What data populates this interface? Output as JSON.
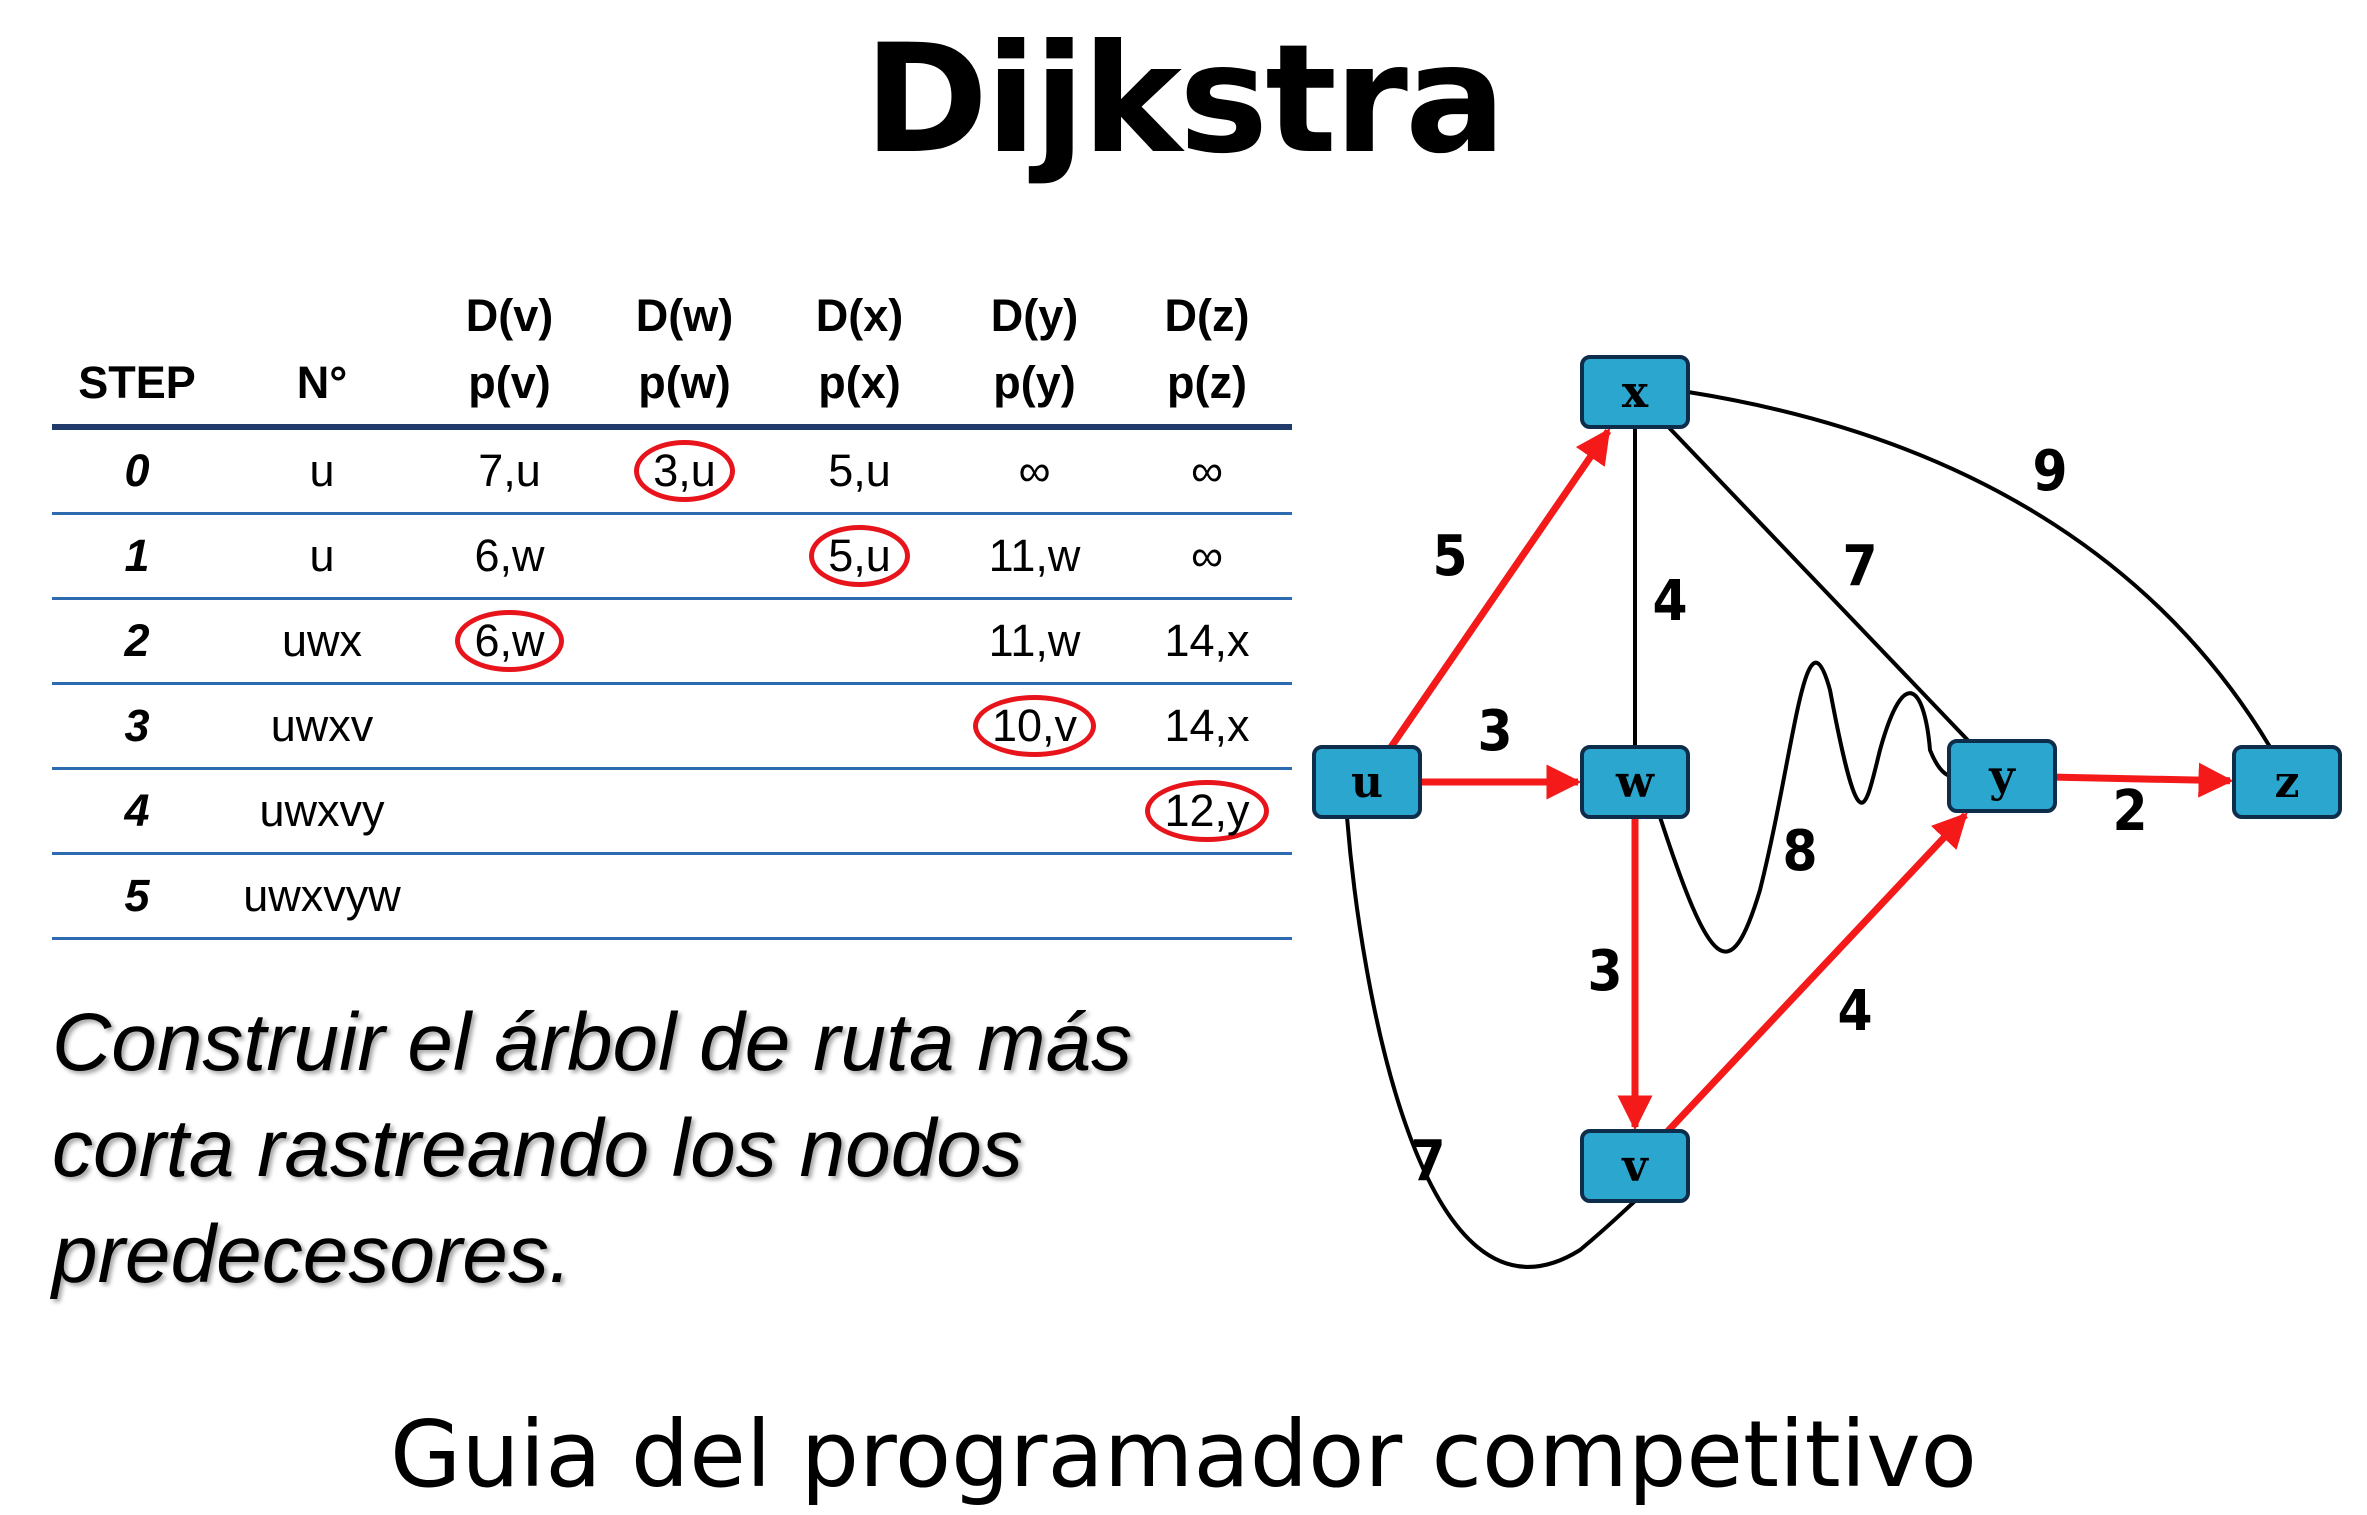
{
  "title": "Dijkstra",
  "footer": "Guia del programador competitivo",
  "table": {
    "header_top": [
      "",
      "",
      "D(v)",
      "D(w)",
      "D(x)",
      "D(y)",
      "D(z)"
    ],
    "header_bottom": [
      "STEP",
      "N°",
      "p(v)",
      "p(w)",
      "p(x)",
      "p(y)",
      "p(z)"
    ],
    "rows": [
      [
        "0",
        "u",
        "7,u",
        "3,u",
        "5,u",
        "∞",
        "∞"
      ],
      [
        "1",
        "u",
        "6,w",
        "",
        "5,u",
        "11,w",
        "∞"
      ],
      [
        "2",
        "uwx",
        "6,w",
        "",
        "",
        "11,w",
        "14,x"
      ],
      [
        "3",
        "uwxv",
        "",
        "",
        "",
        "10,v",
        "14,x"
      ],
      [
        "4",
        "uwxvy",
        "",
        "",
        "",
        "",
        "12,y"
      ],
      [
        "5",
        "uwxvyw",
        "",
        "",
        "",
        "",
        ""
      ]
    ],
    "circled": [
      [
        0,
        3
      ],
      [
        1,
        4
      ],
      [
        2,
        2
      ],
      [
        3,
        5
      ],
      [
        4,
        6
      ]
    ],
    "circle_color": "#e8141b",
    "rule_color": "#2d6bb0"
  },
  "note": "Construir el árbol de ruta más corta rastreando los nodos predecesores.",
  "graph": {
    "node_fill": "#2aa6cf",
    "tree_edge_color": "#f41a1a",
    "edge_color": "#000000",
    "nodes": {
      "u": {
        "label": "u"
      },
      "w": {
        "label": "w"
      },
      "x": {
        "label": "x"
      },
      "v": {
        "label": "v"
      },
      "y": {
        "label": "y"
      },
      "z": {
        "label": "z"
      }
    },
    "edges": [
      {
        "id": "u-x",
        "from": "u",
        "to": "x",
        "weight": "5",
        "tree": true
      },
      {
        "id": "u-w",
        "from": "u",
        "to": "w",
        "weight": "3",
        "tree": true
      },
      {
        "id": "w-v",
        "from": "w",
        "to": "v",
        "weight": "3",
        "tree": true
      },
      {
        "id": "v-y",
        "from": "v",
        "to": "y",
        "weight": "4",
        "tree": true
      },
      {
        "id": "y-z",
        "from": "y",
        "to": "z",
        "weight": "2",
        "tree": true
      },
      {
        "id": "x-w",
        "from": "x",
        "to": "w",
        "weight": "4",
        "tree": false
      },
      {
        "id": "x-y",
        "from": "x",
        "to": "y",
        "weight": "7",
        "tree": false
      },
      {
        "id": "x-z",
        "from": "x",
        "to": "z",
        "weight": "9",
        "tree": false
      },
      {
        "id": "w-y",
        "from": "w",
        "to": "y",
        "weight": "8",
        "tree": false
      },
      {
        "id": "u-v",
        "from": "u",
        "to": "v",
        "weight": "7",
        "tree": false
      }
    ]
  }
}
